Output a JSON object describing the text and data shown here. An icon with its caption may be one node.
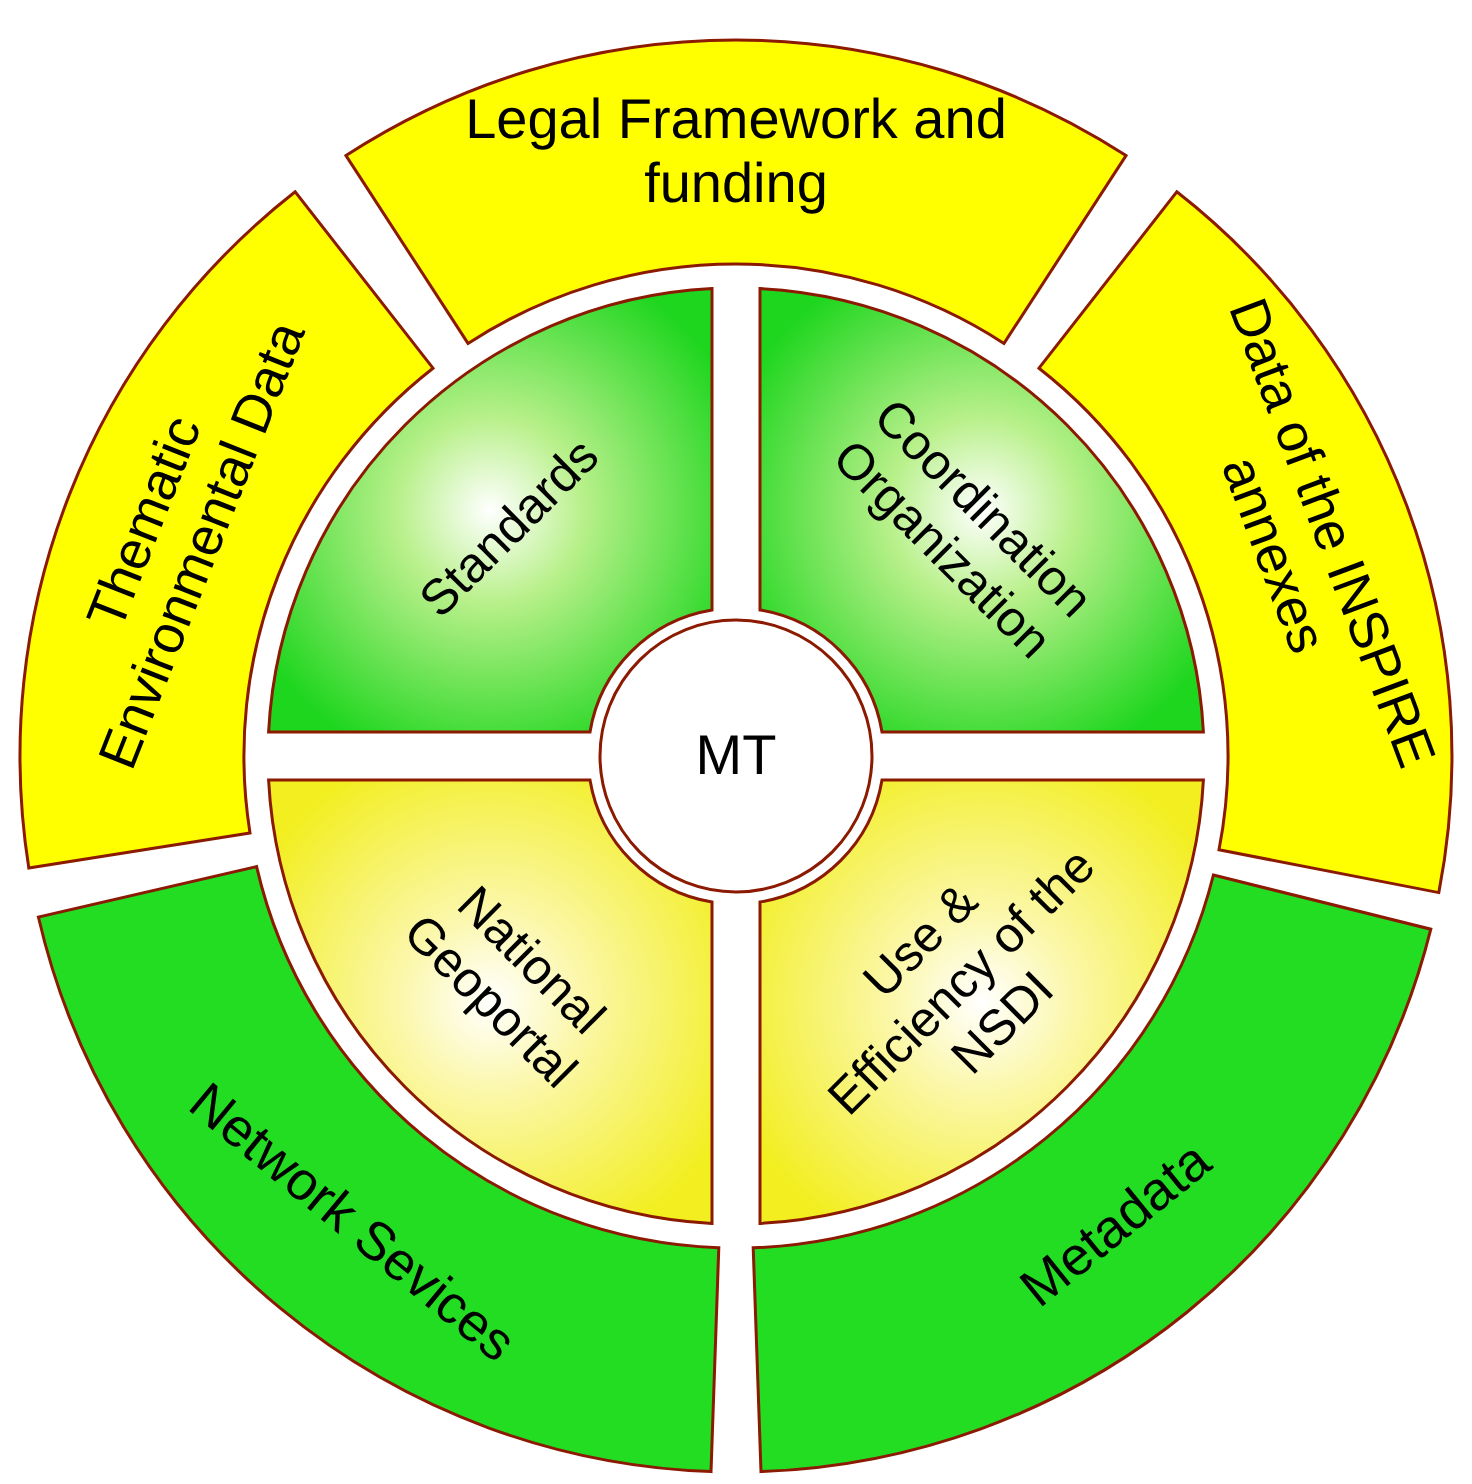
{
  "diagram": {
    "nodes": [
      {
        "text": [
          "Legal Framework and funding"
        ]
      },
      {
        "text": [
          "Thematic Environmental Data"
        ]
      },
      {
        "text": [
          "Standards"
        ]
      },
      {
        "text": [
          "Coordination Organization"
        ]
      },
      {
        "text": [
          "Data of the INSPIRE annexes"
        ]
      },
      {
        "text": [
          "MT"
        ]
      },
      {
        "text": [
          "National Geoportal"
        ]
      },
      {
        "text": [
          "Use & Efficiency of the NSDI"
        ]
      },
      {
        "text": [
          "Network Sevices"
        ]
      },
      {
        "text": [
          "Metadata"
        ]
      }
    ],
    "edges": []
  }
}
